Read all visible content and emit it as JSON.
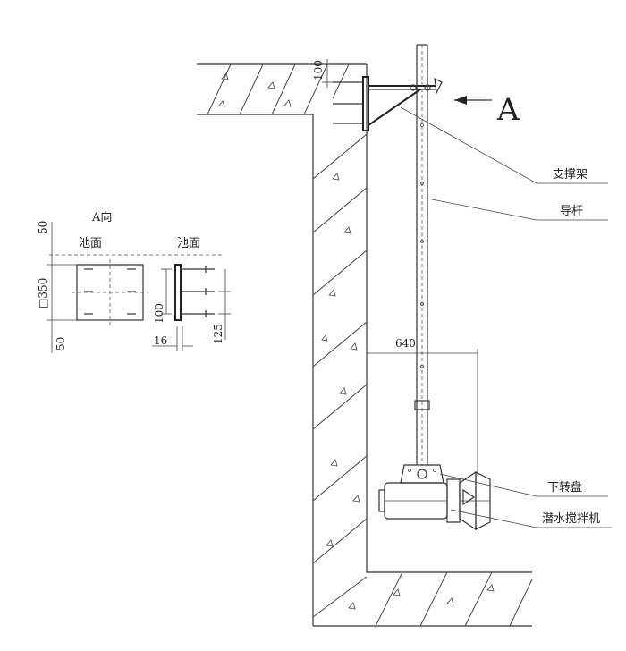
{
  "view": {
    "title": "A向",
    "pool_surface_left": "池面",
    "pool_surface_right": "池面",
    "dim_50_top": "50",
    "dim_350": "□350",
    "dim_50_bottom": "50",
    "dim_100": "100",
    "dim_16": "16",
    "dim_125": "125"
  },
  "main": {
    "arrow_label": "A",
    "dim_100_top": "100",
    "dim_640": "640"
  },
  "callouts": {
    "support_frame": "支撑架",
    "guide_rod": "导杆",
    "lower_turntable": "下转盘",
    "submersible_mixer": "潜水搅拌机"
  },
  "colors": {
    "line": "#333333",
    "background": "#ffffff"
  }
}
